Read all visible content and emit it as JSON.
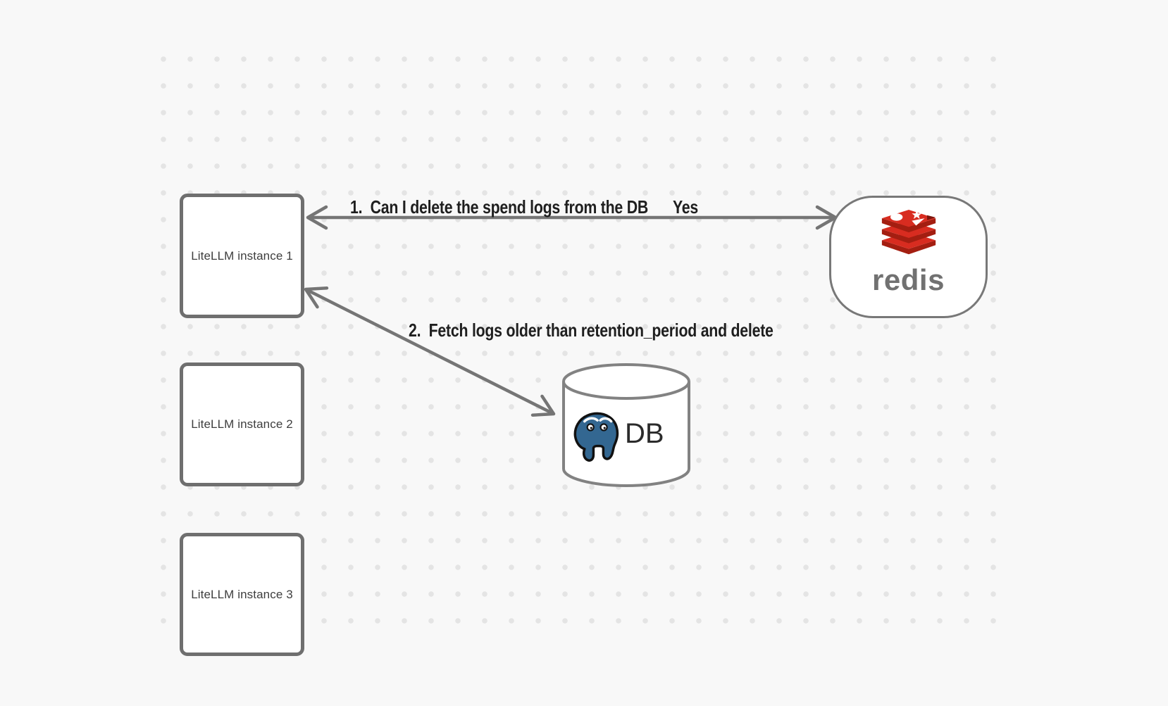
{
  "diagram": {
    "instances": [
      {
        "label": "LiteLLM instance 1"
      },
      {
        "label": "LiteLLM instance 2"
      },
      {
        "label": "LiteLLM instance 3"
      }
    ],
    "redis": {
      "wordmark": "redis",
      "icon": "redis-icon"
    },
    "db": {
      "label": "DB",
      "icon": "postgresql-icon"
    },
    "arrows": {
      "redis_query": {
        "label": "1.  Can I delete the spend logs from the DB",
        "response": "Yes"
      },
      "db_fetch": {
        "label": "2.  Fetch logs older than retention_period and delete"
      }
    },
    "colors": {
      "background": "#f8f8f8",
      "grid_dot": "#e4e4e4",
      "shape_border": "#6f6f6f",
      "shape_fill": "#ffffff",
      "arrow": "#757575",
      "edge_label_text": "#1f1f1f",
      "node_label_text": "#3e3e3e",
      "redis_red": "#d82c20",
      "redis_dark_red": "#a41e11",
      "redis_wordmark_gray": "#717171",
      "postgres_blue": "#336791",
      "db_label_text": "#2b2b2b"
    }
  }
}
